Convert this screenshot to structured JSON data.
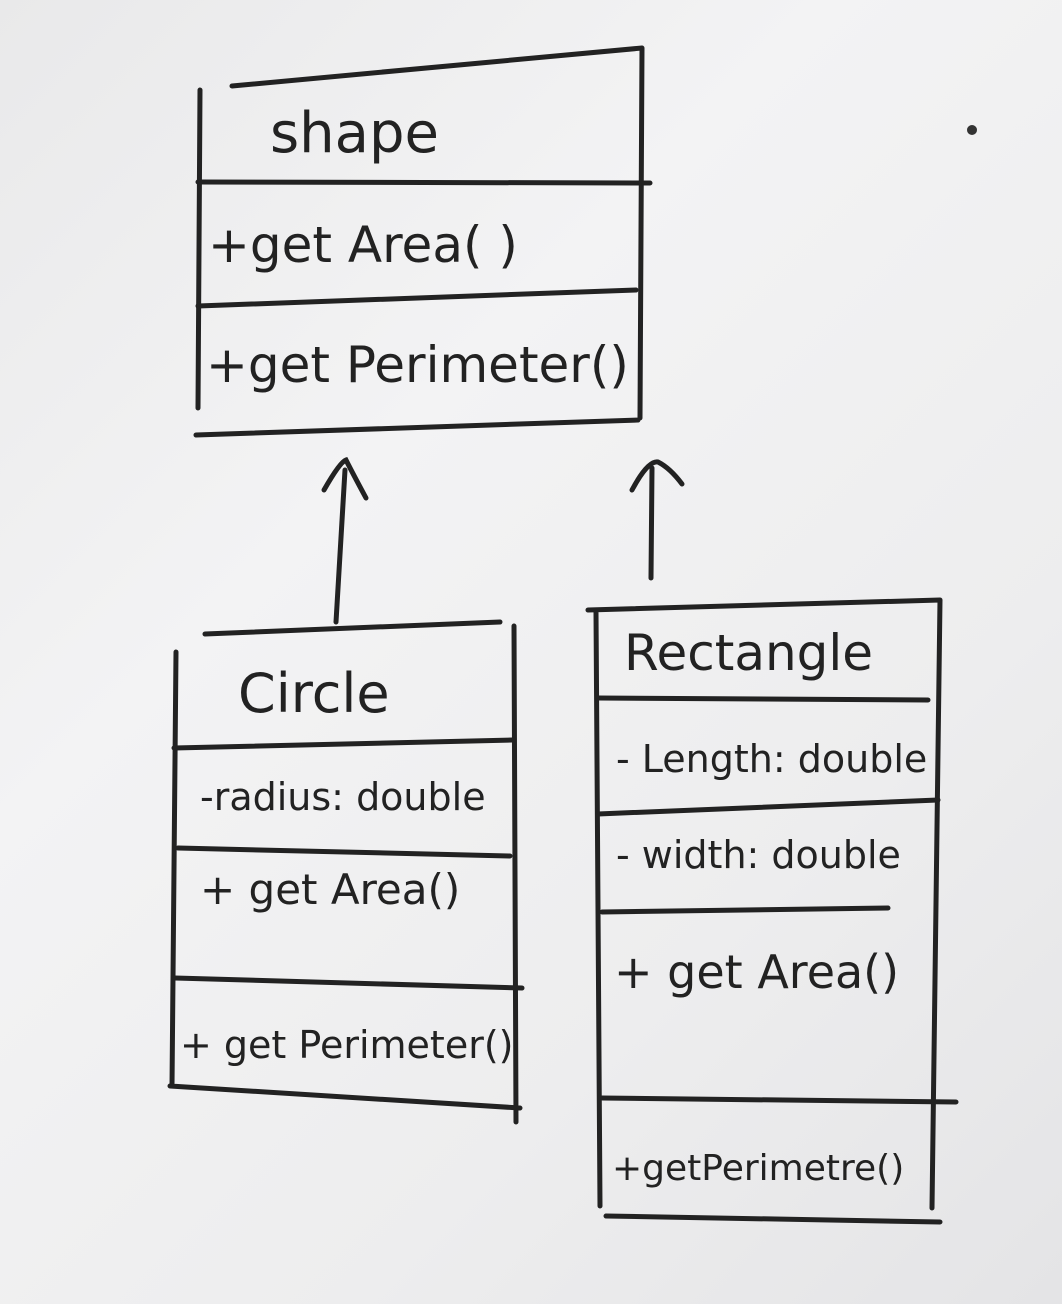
{
  "colors": {
    "paper": "#efeff0",
    "ink": "#222222"
  },
  "shape": {
    "name": "shape",
    "methods": [
      "+get Area( )",
      "+get Perimeter()"
    ]
  },
  "circle": {
    "name": "Circle",
    "attributes": [
      "-radius: double"
    ],
    "methods": [
      "+ get Area()",
      "+ get Perimeter()"
    ]
  },
  "rectangle": {
    "name": "Rectangle",
    "attributes": [
      "- Length: double",
      "- width: double"
    ],
    "methods": [
      "+ get Area()",
      "+getPerimetre()"
    ]
  }
}
